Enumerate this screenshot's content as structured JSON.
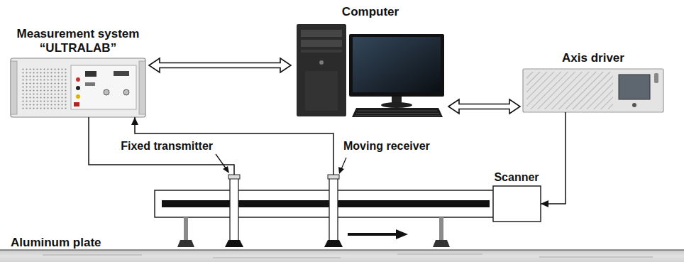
{
  "diagram": {
    "nodes": [
      {
        "text": [
          "Measurement system “ULTRALAB”"
        ]
      },
      {
        "text": [
          "Computer"
        ]
      },
      {
        "text": [
          "Axis driver"
        ]
      },
      {
        "text": [
          "Fixed transmitter"
        ]
      },
      {
        "text": [
          "Moving receiver"
        ]
      },
      {
        "text": [
          "Scanner"
        ]
      },
      {
        "text": [
          "Aluminum plate"
        ]
      }
    ],
    "edges": [
      {
        "from": 0,
        "to": 1,
        "arrow": "both"
      },
      {
        "from": 1,
        "to": 2,
        "arrow": "both"
      },
      {
        "from": 2,
        "to": 5,
        "arrow": "to"
      },
      {
        "from": 0,
        "to": 3,
        "arrow": "none"
      },
      {
        "from": 4,
        "to": 0,
        "arrow": "to"
      }
    ]
  }
}
